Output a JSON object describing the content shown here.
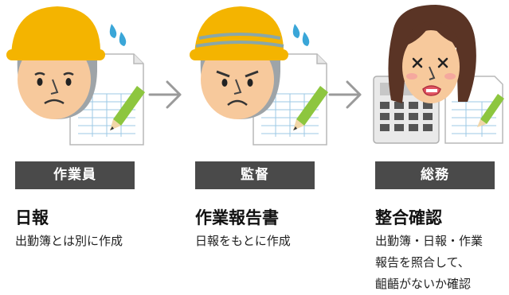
{
  "columns": [
    {
      "role": "作業員",
      "title": "日報",
      "desc": [
        "出勤簿とは別に作成"
      ]
    },
    {
      "role": "監督",
      "title": "作業報告書",
      "desc": [
        "日報をもとに作成"
      ]
    },
    {
      "role": "総務",
      "title": "整合確認",
      "desc": [
        "出勤簿・日報・作業",
        "報告を照合して、",
        "齟齬がないか確認"
      ]
    }
  ],
  "colors": {
    "helmet": "#f4b400",
    "role_bar": "#4a4a4a",
    "sweat": "#3aa6d8",
    "pencil": "#8dc63f",
    "arrow": "#9a9a9a"
  }
}
